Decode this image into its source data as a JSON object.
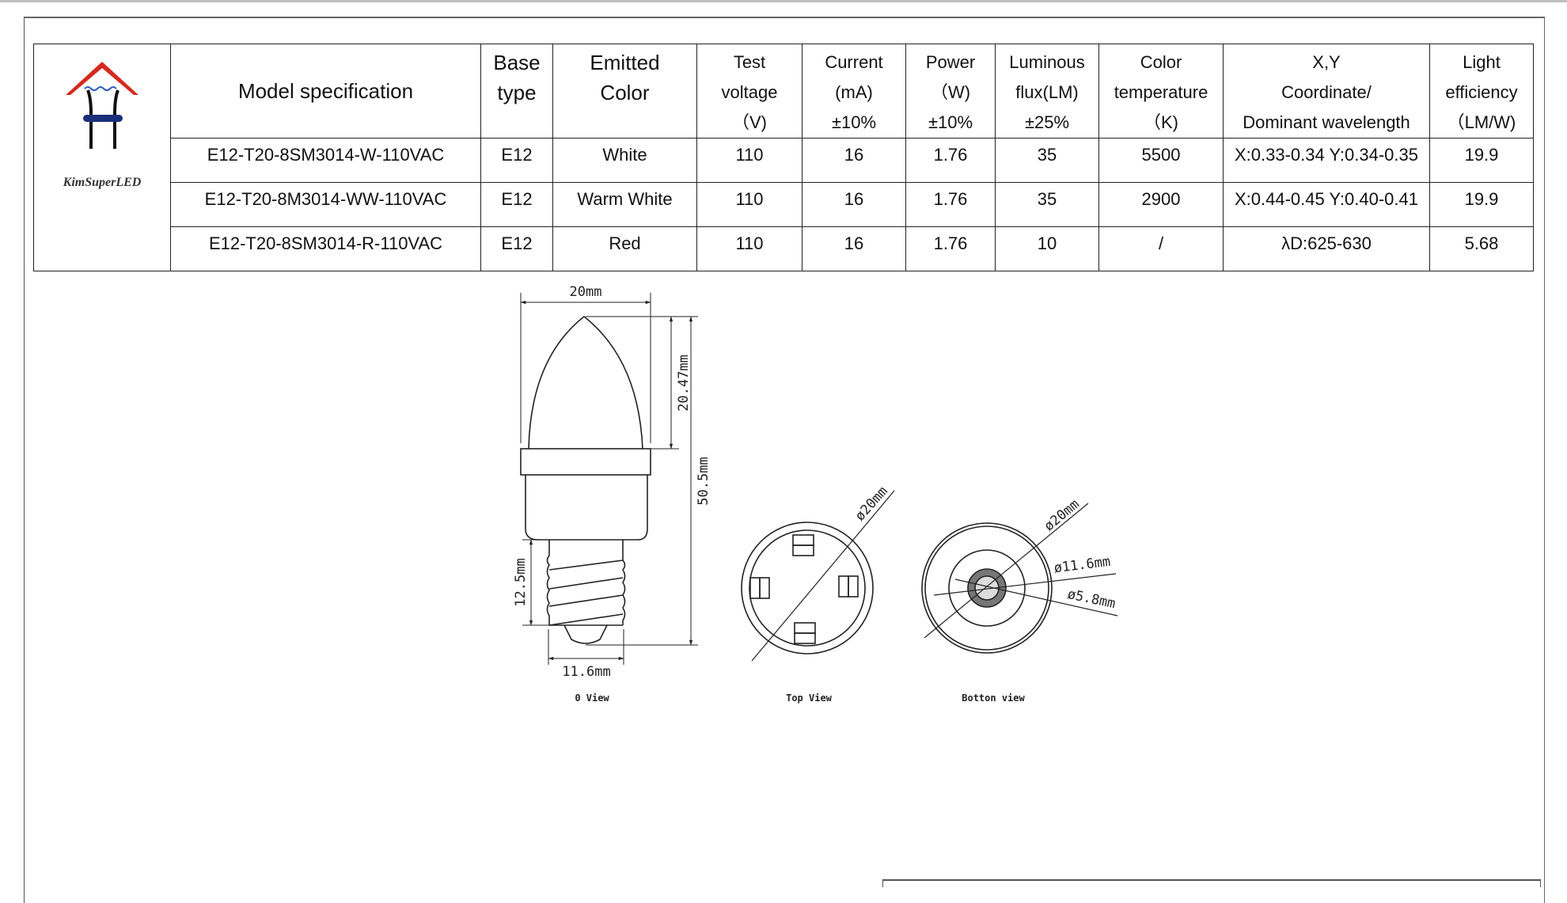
{
  "brand": {
    "logo_text": "KimSuperLED"
  },
  "table": {
    "headers": [
      {
        "lines": [
          "Model specification"
        ]
      },
      {
        "lines": [
          "Base",
          "type"
        ]
      },
      {
        "lines": [
          "Emitted",
          "Color"
        ]
      },
      {
        "lines": [
          "Test",
          "voltage",
          "（V)"
        ]
      },
      {
        "lines": [
          "Current",
          "(mA)",
          "±10%"
        ]
      },
      {
        "lines": [
          "Power",
          "（W)",
          "±10%"
        ]
      },
      {
        "lines": [
          "Luminous",
          "flux(LM)",
          "±25%"
        ]
      },
      {
        "lines": [
          "Color",
          "temperature",
          "（K)"
        ]
      },
      {
        "lines": [
          "X,Y",
          "Coordinate/",
          "Dominant wavelength"
        ]
      },
      {
        "lines": [
          "Light",
          "efficiency",
          "（LM/W)"
        ]
      }
    ],
    "rows": [
      [
        "E12-T20-8SM3014-W-110VAC",
        "E12",
        "White",
        "110",
        "16",
        "1.76",
        "35",
        "5500",
        "X:0.33-0.34 Y:0.34-0.35",
        "19.9"
      ],
      [
        "E12-T20-8M3014-WW-110VAC",
        "E12",
        "Warm White",
        "110",
        "16",
        "1.76",
        "35",
        "2900",
        "X:0.44-0.45 Y:0.40-0.41",
        "19.9"
      ],
      [
        "E12-T20-8SM3014-R-110VAC",
        "E12",
        "Red",
        "110",
        "16",
        "1.76",
        "10",
        "/",
        "λD:625-630",
        "5.68"
      ]
    ]
  },
  "drawing": {
    "side_view": {
      "label": "0 View",
      "dims": {
        "width": "20mm",
        "dome_height": "20.47mm",
        "total_height": "50.5mm",
        "base_height": "12.5mm",
        "base_width": "11.6mm"
      }
    },
    "top_view": {
      "label": "Top View",
      "dims": {
        "diameter": "ø20mm"
      }
    },
    "bottom_view": {
      "label": "Botton view",
      "dims": {
        "outer": "ø20mm",
        "base": "ø11.6mm",
        "contact": "ø5.8mm"
      }
    }
  },
  "colors": {
    "logo_roof": "#d42a1e",
    "logo_band": "#1a2f7a",
    "line": "#222222"
  }
}
